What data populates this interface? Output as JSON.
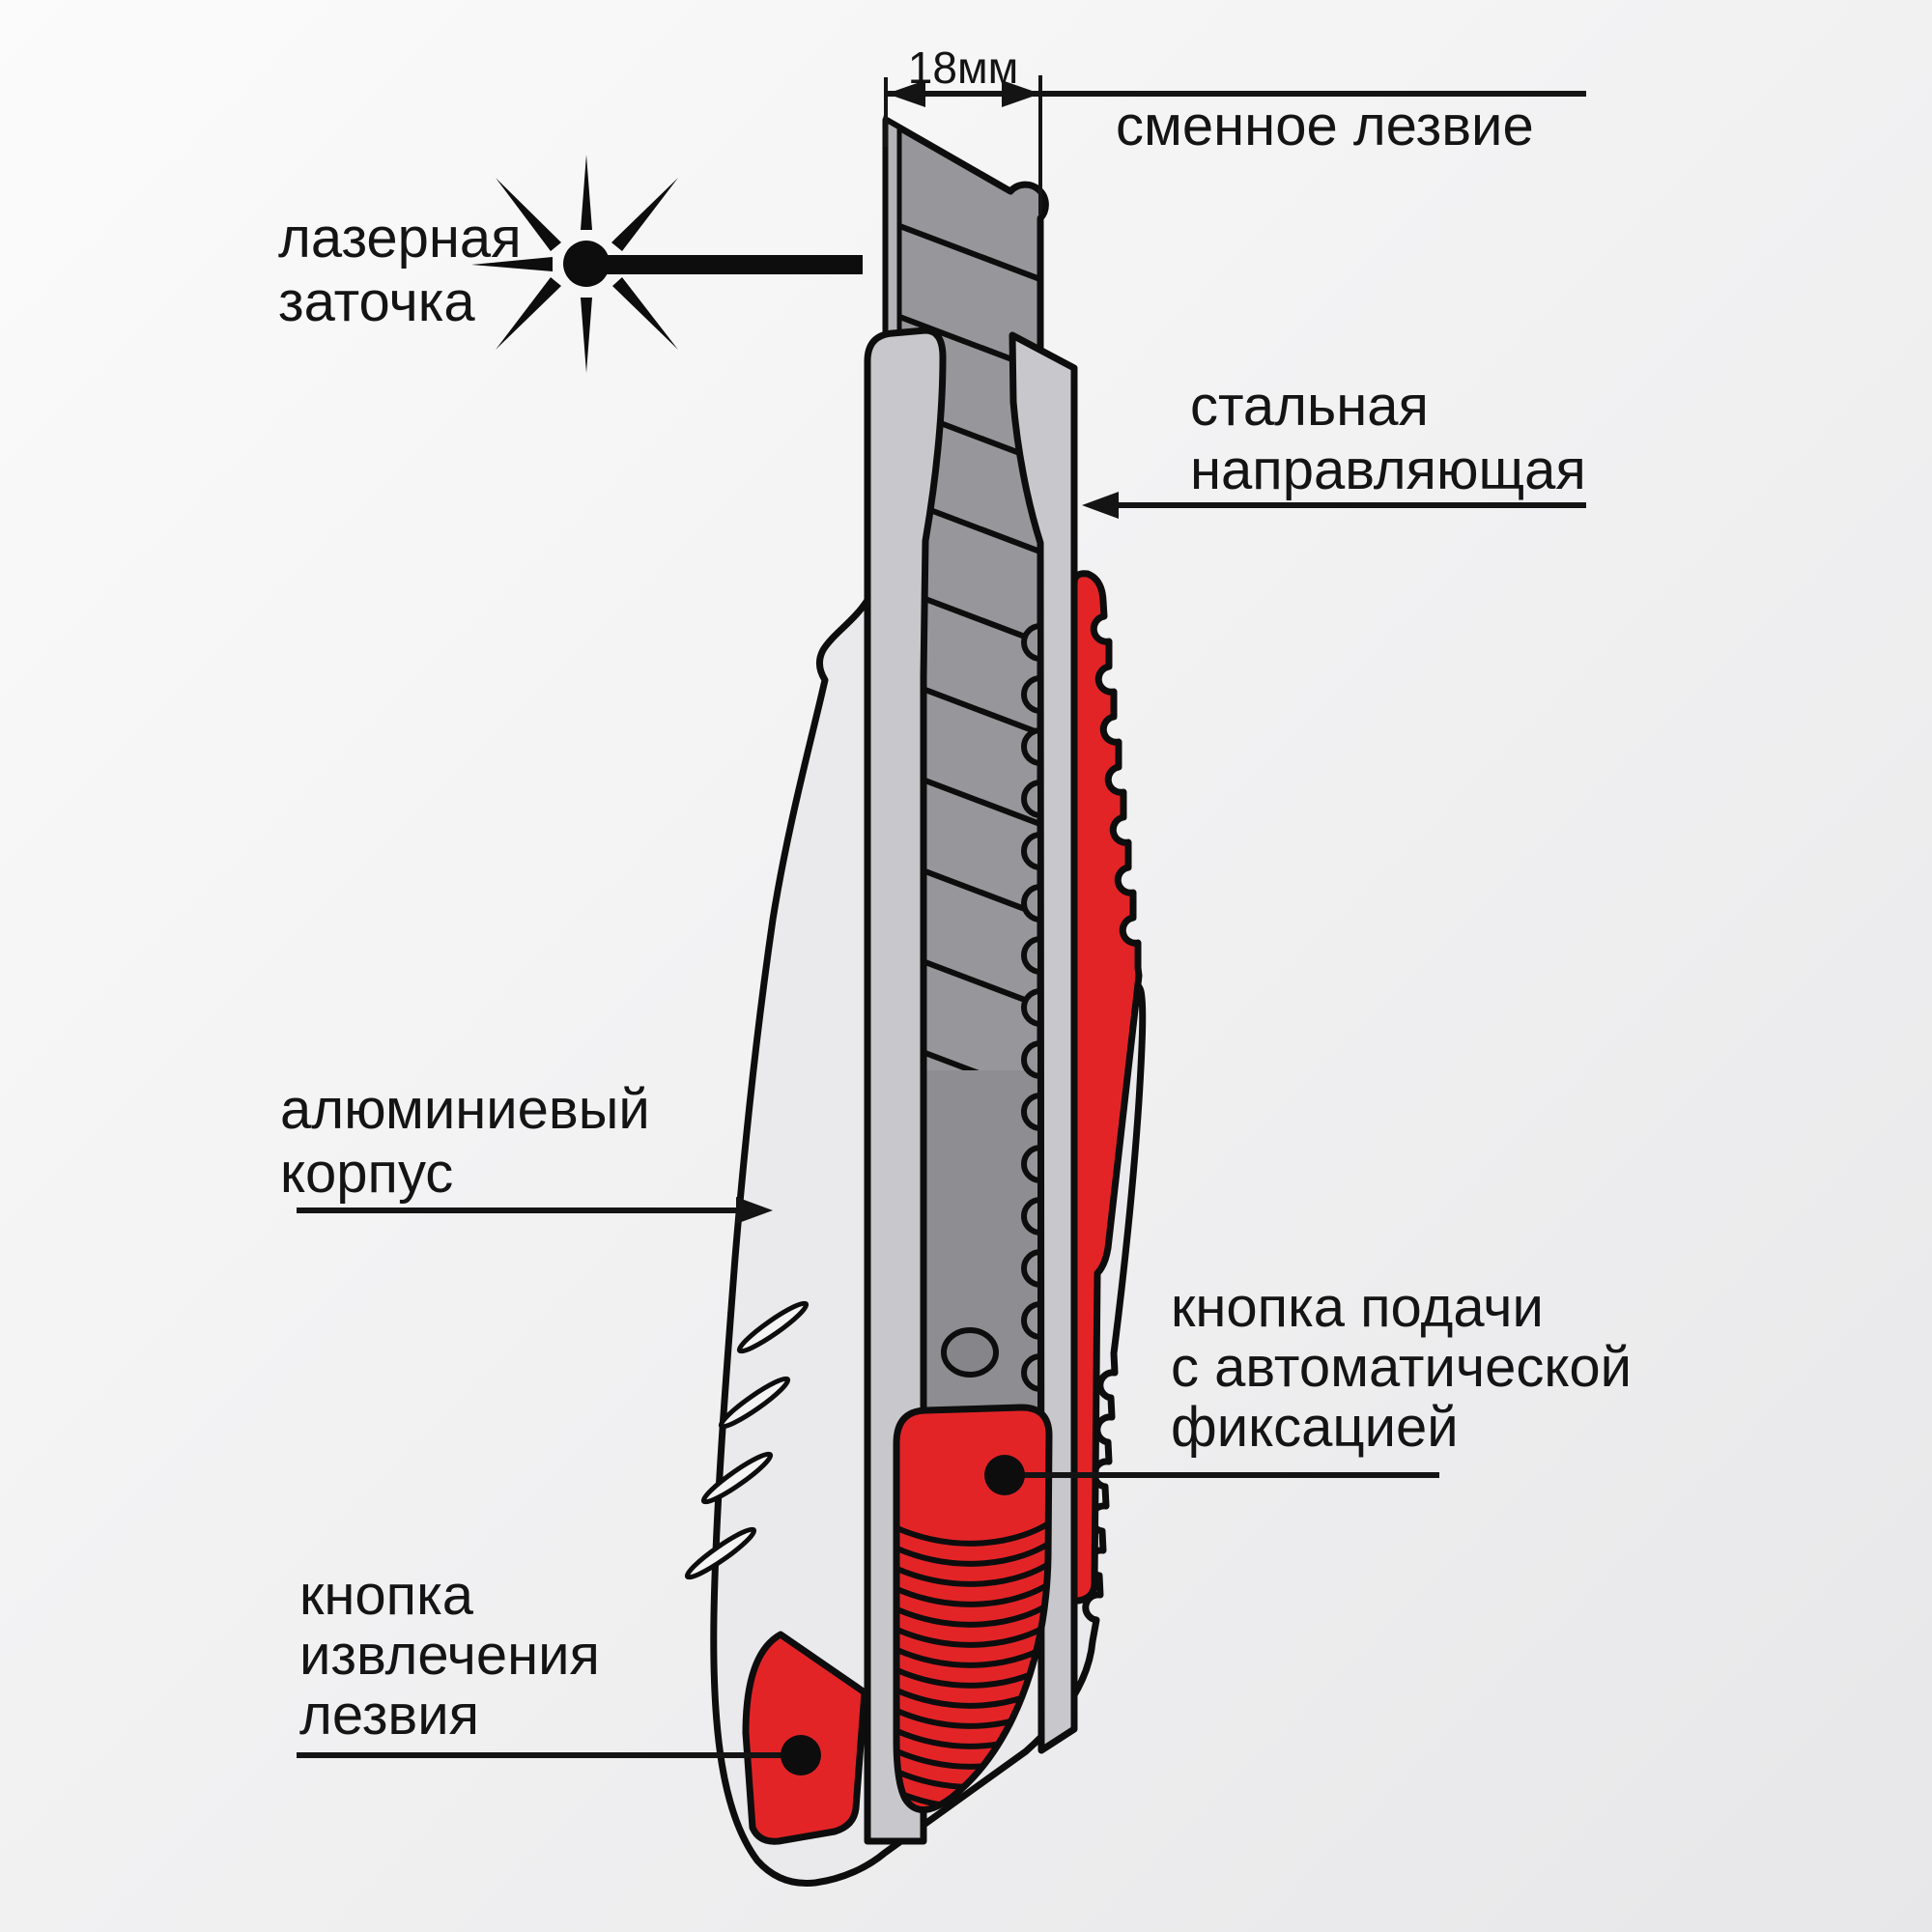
{
  "diagram": {
    "title_dimension": "18мм",
    "labels": {
      "blade": "сменное лезвие",
      "laser_1": "лазерная",
      "laser_2": "заточка",
      "guide_1": "стальная",
      "guide_2": "направляющая",
      "body_1": "алюминиевый",
      "body_2": "корпус",
      "feed_1": "кнопка подачи",
      "feed_2": "с автоматической",
      "feed_3": "фиксацией",
      "eject_1": "кнопка",
      "eject_2": "извлечения",
      "eject_3": "лезвия"
    },
    "colors": {
      "red": "#e32427",
      "blade_gray": "#97979b",
      "blade_facet": "#b3b3b7",
      "tang_gray": "#8e8e92",
      "track_gray": "#c8c8cc",
      "body_gray": "#eaeaec",
      "outline": "#0d0d0d",
      "background": "#f0f0f1"
    }
  }
}
